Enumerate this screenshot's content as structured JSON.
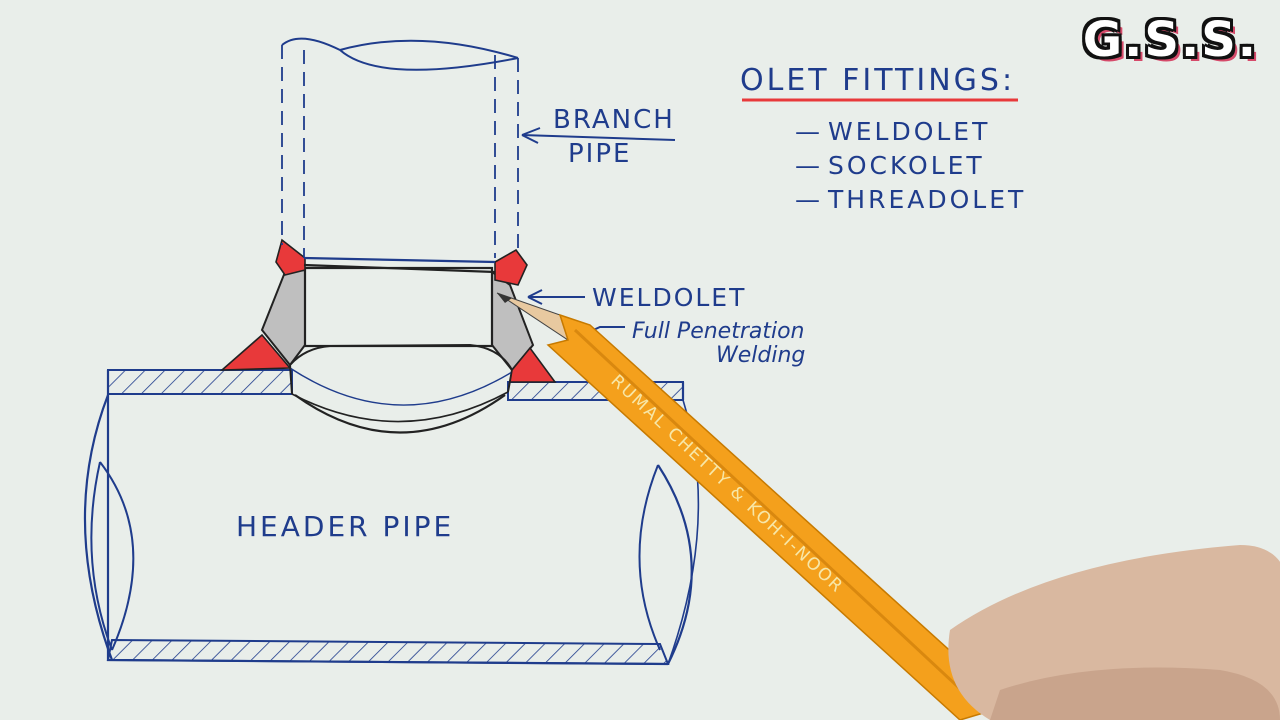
{
  "logo": "G.S.S.",
  "labels": {
    "branch_pipe_line1": "BRANCH",
    "branch_pipe_line2": "PIPE",
    "weldolet": "WELDOLET",
    "full_penetration_line1": "Full Penetration",
    "full_penetration_line2": "Welding",
    "header_pipe": "HEADER PIPE"
  },
  "olet_fittings": {
    "title": "OLET FITTINGS:",
    "items": [
      "WELDOLET",
      "SOCKOLET",
      "THREADOLET"
    ]
  },
  "pencil_text": "RUMAL CHETTY & KOH-I-NOOR",
  "colors": {
    "ink": "#1f3c8c",
    "weld_red": "#e8393a",
    "weldolet_grey": "#bfbfbf",
    "pencil_orange": "#f4a01c",
    "paper": "#e9eeea"
  }
}
